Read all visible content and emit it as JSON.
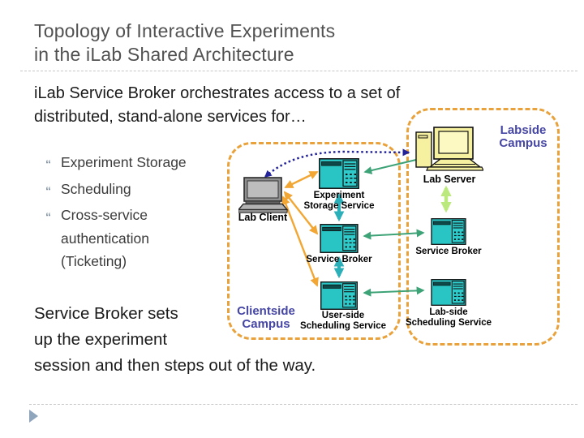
{
  "slide": {
    "title": {
      "line1": "Topology of Interactive Experiments",
      "line2": "in the iLab Shared Architecture"
    },
    "intro": {
      "line1": "iLab Service Broker orchestrates access to a set of",
      "line2": "distributed, stand-alone services for…"
    },
    "bullets": {
      "glyph": "“",
      "item1": {
        "line1": "Experiment Storage"
      },
      "item2": {
        "line1": "Scheduling"
      },
      "item3": {
        "line1": "Cross-service",
        "line2": "authentication",
        "line3": "(Ticketing)"
      }
    },
    "outro": {
      "line1": "Service Broker sets",
      "line2": "up the experiment",
      "line3": "session and then steps out of the way."
    }
  },
  "diagram": {
    "clientside": {
      "campus": {
        "line1": "Clientside",
        "line2": "Campus"
      },
      "lab_client": {
        "label": "Lab Client"
      },
      "experiment_storage": {
        "line1": "Experiment",
        "line2": "Storage Service"
      },
      "service_broker": {
        "label": "Service Broker"
      },
      "scheduling": {
        "line1": "User-side",
        "line2": "Scheduling Service"
      }
    },
    "labside": {
      "campus": {
        "line1": "Labside",
        "line2": "Campus"
      },
      "lab_server": {
        "label": "Lab Server"
      },
      "service_broker": {
        "label": "Service Broker"
      },
      "scheduling": {
        "line1": "Lab-side",
        "line2": "Scheduling Service"
      }
    }
  },
  "icons": {
    "lab_client": "laptop-icon",
    "servers": "server-tower-icon",
    "lab_server": "desktop-computer-icon",
    "footer": "play-triangle-icon"
  },
  "colors": {
    "campus_border": "#E9A23B",
    "campus_text": "#4646A5",
    "server_fill": "#29C4C4",
    "lab_server_fill": "#F6F1A1",
    "connector_orange": "#F2A633",
    "connector_green": "#3DA377",
    "connector_teal": "#2BAFB8",
    "connector_lightgreen": "#BCE97E",
    "connector_blue": "#23239B",
    "title_text": "#515151",
    "body_text": "#1B1B1B",
    "separator": "#C6C6C6",
    "footer_arrow": "#8FA5BC"
  }
}
